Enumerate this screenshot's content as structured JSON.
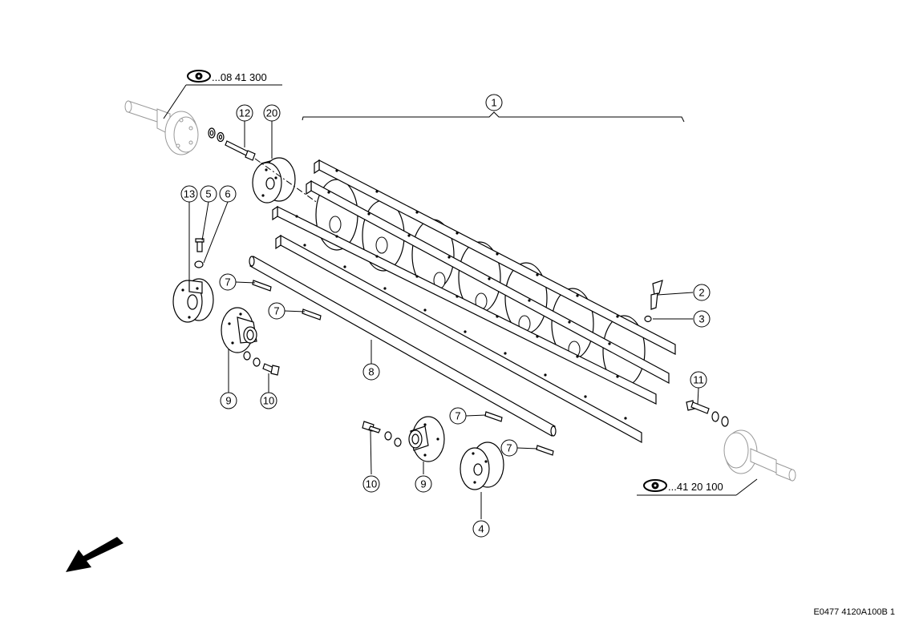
{
  "references": {
    "top_ref": "...08 41 300",
    "bottom_ref": "...41 20 100"
  },
  "callouts": [
    {
      "id": "c1",
      "label": "1"
    },
    {
      "id": "c2",
      "label": "2"
    },
    {
      "id": "c3",
      "label": "3"
    },
    {
      "id": "c4",
      "label": "4"
    },
    {
      "id": "c5",
      "label": "5"
    },
    {
      "id": "c6",
      "label": "6"
    },
    {
      "id": "c7a",
      "label": "7"
    },
    {
      "id": "c7b",
      "label": "7"
    },
    {
      "id": "c7c",
      "label": "7"
    },
    {
      "id": "c7d",
      "label": "7"
    },
    {
      "id": "c8",
      "label": "8"
    },
    {
      "id": "c9a",
      "label": "9"
    },
    {
      "id": "c9b",
      "label": "9"
    },
    {
      "id": "c10a",
      "label": "10"
    },
    {
      "id": "c10b",
      "label": "10"
    },
    {
      "id": "c11",
      "label": "11"
    },
    {
      "id": "c12",
      "label": "12"
    },
    {
      "id": "c13",
      "label": "13"
    },
    {
      "id": "c20",
      "label": "20"
    }
  ],
  "drawing_code": "E0477 4120A100B 1",
  "icons": {
    "reference": "eye-icon",
    "orientation": "arrow-icon"
  }
}
